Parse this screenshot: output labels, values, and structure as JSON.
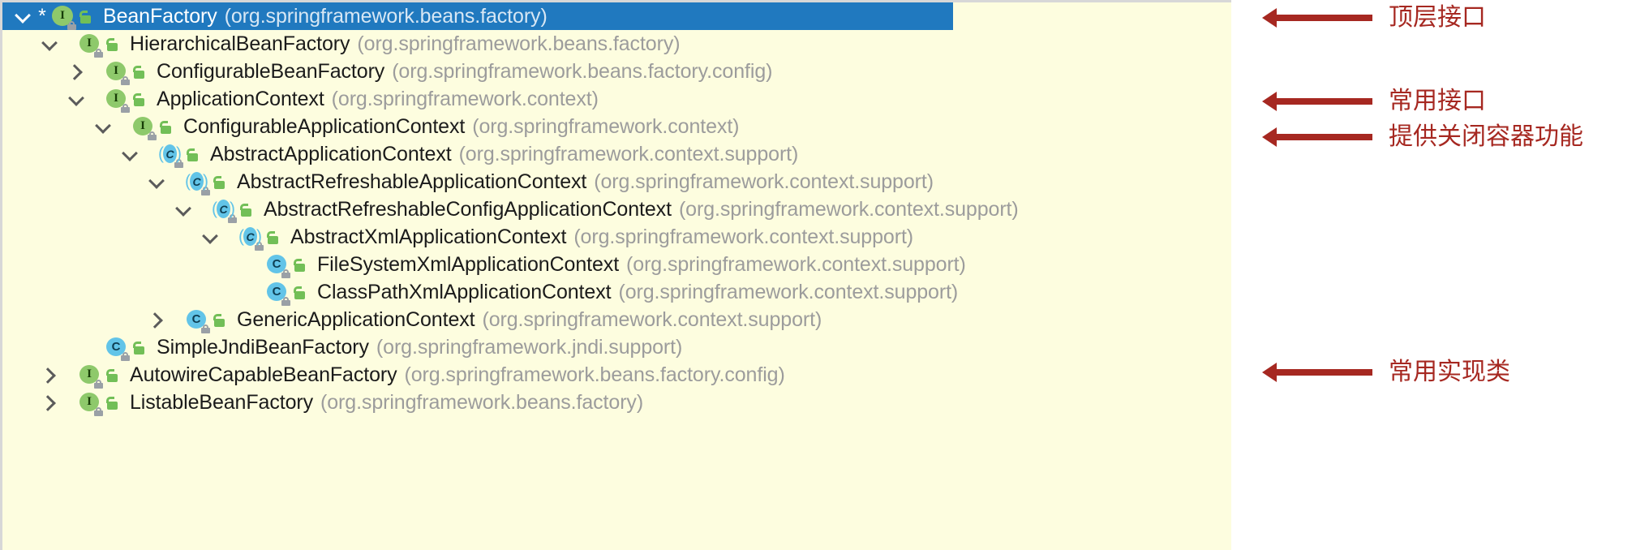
{
  "panel": {
    "name": "type-hierarchy-tree",
    "background_color": "#fdfddf",
    "selection_color": "#2079bf",
    "annotation_color": "#a62821"
  },
  "tree": {
    "rows": [
      {
        "depth": 0,
        "toggle": "down",
        "star": "*",
        "kind": "interface",
        "class_name": "BeanFactory",
        "package": "(org.springframework.beans.factory)",
        "selected": true
      },
      {
        "depth": 1,
        "toggle": "down",
        "star": "",
        "kind": "interface",
        "class_name": "HierarchicalBeanFactory",
        "package": "(org.springframework.beans.factory)",
        "selected": false
      },
      {
        "depth": 2,
        "toggle": "right",
        "star": "",
        "kind": "interface",
        "class_name": "ConfigurableBeanFactory",
        "package": "(org.springframework.beans.factory.config)",
        "selected": false
      },
      {
        "depth": 2,
        "toggle": "down",
        "star": "",
        "kind": "interface",
        "class_name": "ApplicationContext",
        "package": "(org.springframework.context)",
        "selected": false
      },
      {
        "depth": 3,
        "toggle": "down",
        "star": "",
        "kind": "interface",
        "class_name": "ConfigurableApplicationContext",
        "package": "(org.springframework.context)",
        "selected": false
      },
      {
        "depth": 4,
        "toggle": "down",
        "star": "",
        "kind": "abstract-class",
        "class_name": "AbstractApplicationContext",
        "package": "(org.springframework.context.support)",
        "selected": false
      },
      {
        "depth": 5,
        "toggle": "down",
        "star": "",
        "kind": "abstract-class",
        "class_name": "AbstractRefreshableApplicationContext",
        "package": "(org.springframework.context.support)",
        "selected": false
      },
      {
        "depth": 6,
        "toggle": "down",
        "star": "",
        "kind": "abstract-class",
        "class_name": "AbstractRefreshableConfigApplicationContext",
        "package": "(org.springframework.context.support)",
        "selected": false
      },
      {
        "depth": 7,
        "toggle": "down",
        "star": "",
        "kind": "abstract-class",
        "class_name": "AbstractXmlApplicationContext",
        "package": "(org.springframework.context.support)",
        "selected": false
      },
      {
        "depth": 8,
        "toggle": "none",
        "star": "",
        "kind": "class",
        "class_name": "FileSystemXmlApplicationContext",
        "package": "(org.springframework.context.support)",
        "selected": false
      },
      {
        "depth": 8,
        "toggle": "none",
        "star": "",
        "kind": "class",
        "class_name": "ClassPathXmlApplicationContext",
        "package": "(org.springframework.context.support)",
        "selected": false
      },
      {
        "depth": 5,
        "toggle": "right",
        "star": "",
        "kind": "class",
        "class_name": "GenericApplicationContext",
        "package": "(org.springframework.context.support)",
        "selected": false
      },
      {
        "depth": 2,
        "toggle": "none",
        "star": "",
        "kind": "class",
        "class_name": "SimpleJndiBeanFactory",
        "package": "(org.springframework.jndi.support)",
        "selected": false
      },
      {
        "depth": 1,
        "toggle": "right",
        "star": "",
        "kind": "interface",
        "class_name": "AutowireCapableBeanFactory",
        "package": "(org.springframework.beans.factory.config)",
        "selected": false
      },
      {
        "depth": 1,
        "toggle": "right",
        "star": "",
        "kind": "interface",
        "class_name": "ListableBeanFactory",
        "package": "(org.springframework.beans.factory)",
        "selected": false
      }
    ]
  },
  "annotations": [
    {
      "id": "top-level-interface",
      "text": "顶层接口"
    },
    {
      "id": "common-interface",
      "text": "常用接口"
    },
    {
      "id": "close-container-feature",
      "text": "提供关闭容器功能"
    },
    {
      "id": "common-implementation-class",
      "text": "常用实现类"
    }
  ]
}
